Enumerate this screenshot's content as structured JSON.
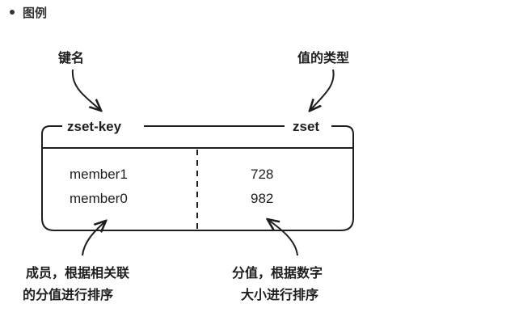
{
  "heading": {
    "text": "图例"
  },
  "diagram": {
    "label_key_name": "键名",
    "label_value_type": "值的类型",
    "key": "zset-key",
    "type": "zset",
    "members": [
      {
        "name": "member1",
        "score": "728"
      },
      {
        "name": "member0",
        "score": "982"
      }
    ],
    "note_members_lines": [
      "成员，根据相关联",
      "的分值进行排序"
    ],
    "note_scores_lines": [
      "分值，根据数字",
      "大小进行排序"
    ]
  }
}
